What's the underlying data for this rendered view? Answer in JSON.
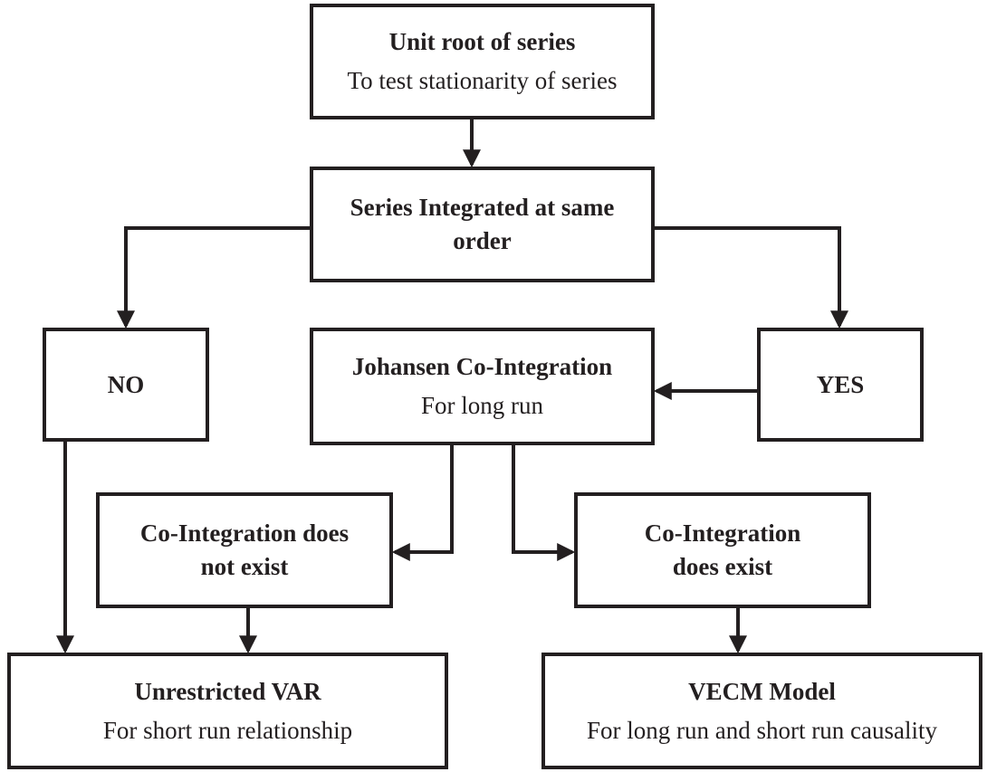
{
  "diagram": {
    "nodes": {
      "unit_root": {
        "title": "Unit root of series",
        "subtitle": "To test stationarity of series"
      },
      "integrated": {
        "title": "Series Integrated at same order"
      },
      "no": {
        "title": "NO"
      },
      "johansen": {
        "title": "Johansen Co-Integration",
        "subtitle": "For long run"
      },
      "yes": {
        "title": "YES"
      },
      "not_exist": {
        "title": "Co-Integration does not exist"
      },
      "exist": {
        "title": "Co-Integration does exist"
      },
      "var": {
        "title": "Unrestricted VAR",
        "subtitle": "For short run relationship"
      },
      "vecm": {
        "title": "VECM Model",
        "subtitle": "For long run and short run causality"
      }
    },
    "edges": [
      {
        "from": "unit_root",
        "to": "integrated"
      },
      {
        "from": "integrated",
        "to": "no"
      },
      {
        "from": "integrated",
        "to": "yes"
      },
      {
        "from": "yes",
        "to": "johansen"
      },
      {
        "from": "johansen",
        "to": "not_exist"
      },
      {
        "from": "johansen",
        "to": "exist"
      },
      {
        "from": "no",
        "to": "var"
      },
      {
        "from": "not_exist",
        "to": "var"
      },
      {
        "from": "exist",
        "to": "vecm"
      }
    ],
    "colors": {
      "ink": "#231f20",
      "background": "#ffffff"
    }
  }
}
